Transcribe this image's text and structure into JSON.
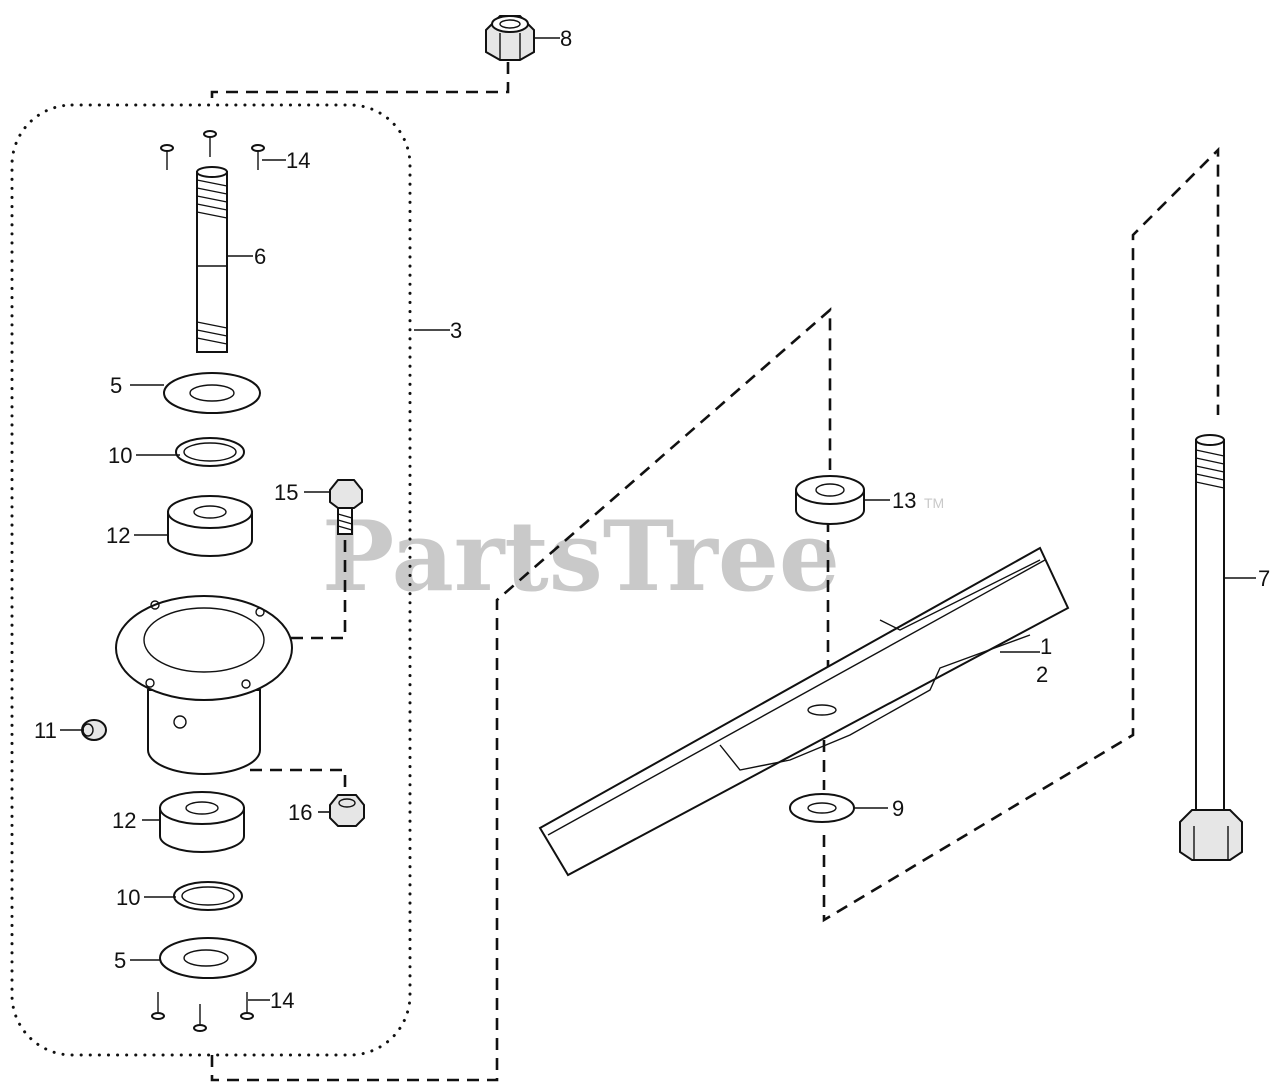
{
  "watermark": {
    "text": "PartsTree",
    "trademark": "TM"
  },
  "callouts": {
    "c1": "1",
    "c2": "2",
    "c3": "3",
    "c5a": "5",
    "c5b": "5",
    "c6": "6",
    "c7": "7",
    "c8": "8",
    "c9": "9",
    "c10a": "10",
    "c10b": "10",
    "c11": "11",
    "c12a": "12",
    "c12b": "12",
    "c13": "13",
    "c14a": "14",
    "c14b": "14",
    "c15": "15",
    "c16": "16"
  }
}
